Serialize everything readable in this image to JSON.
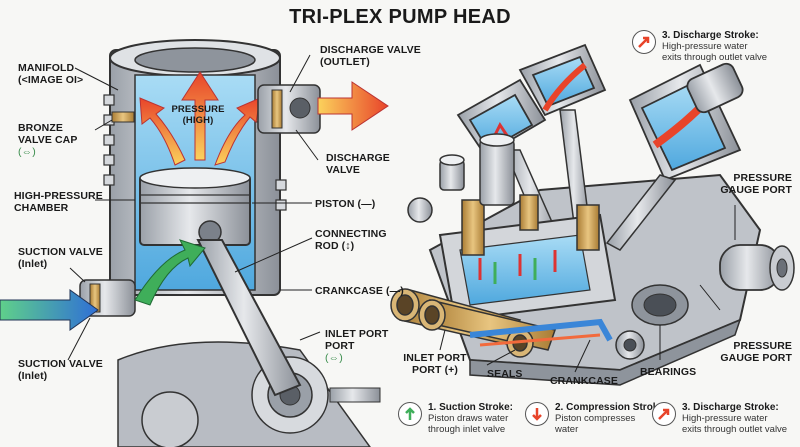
{
  "title": "TRI-PLEX PUMP HEAD",
  "left_labels": {
    "manifold": "MANIFOLD\n(<IMAGE OI>",
    "bronze_cap": "BRONZE\nVALVE CAP",
    "bronze_cap_sym": "(⇔)",
    "hp_chamber": "HIGH-PRESSURE\nCHAMBER",
    "suction_valve_top": "SUCTION VALVE\n(Inlet)",
    "suction_valve_bottom": "SUCTION VALVE\n(Inlet)",
    "pressure": "PRESSURE\n(HIGH)",
    "discharge_valve_outlet": "DISCHARGE VALVE\n(OUTLET)",
    "discharge_valve": "DISCHARGE\nVALVE",
    "piston": "PISTON (—)",
    "connecting_rod": "CONNECTING\nROD (↕)",
    "crankcase": "CRANKCASE (—)",
    "inlet_port_port": "INLET PORT\nPORT",
    "inlet_port_sym": "(⇔)"
  },
  "right_labels": {
    "pressure_gauge_top": "PRESSURE\nGAUGE PORT",
    "pressure_gauge_bottom": "PRESSURE\nGAUGE PORT",
    "inlet_port": "INLET PORT\nPORT (+)",
    "seals": "SEALS",
    "crankcase": "CRANKCASE",
    "bearings": "BEARINGS"
  },
  "top_legend": {
    "title": "3. Discharge Stroke:",
    "desc": "High-pressure water\nexits through outlet valve"
  },
  "legend": [
    {
      "title": "1. Suction Stroke:",
      "desc": "Piston draws water\nthrough inlet valve",
      "icon": "arrow-up-icon"
    },
    {
      "title": "2. Compression Stroke:",
      "desc": "Piston compresses\nwater",
      "icon": "arrow-down-icon"
    },
    {
      "title": "3. Discharge Stroke:",
      "desc": "High-pressure water\nexits through outlet valve",
      "icon": "arrow-diagonal-icon"
    }
  ],
  "colors": {
    "water": "#7fc4ea",
    "metal": "#c9ccd1",
    "metal_dark": "#8e949c",
    "brass": "#c9a15a",
    "hot_arrow": "#f26a3c",
    "inlet_arrow": "#3a86d8",
    "green_arrow": "#3fae5a"
  }
}
